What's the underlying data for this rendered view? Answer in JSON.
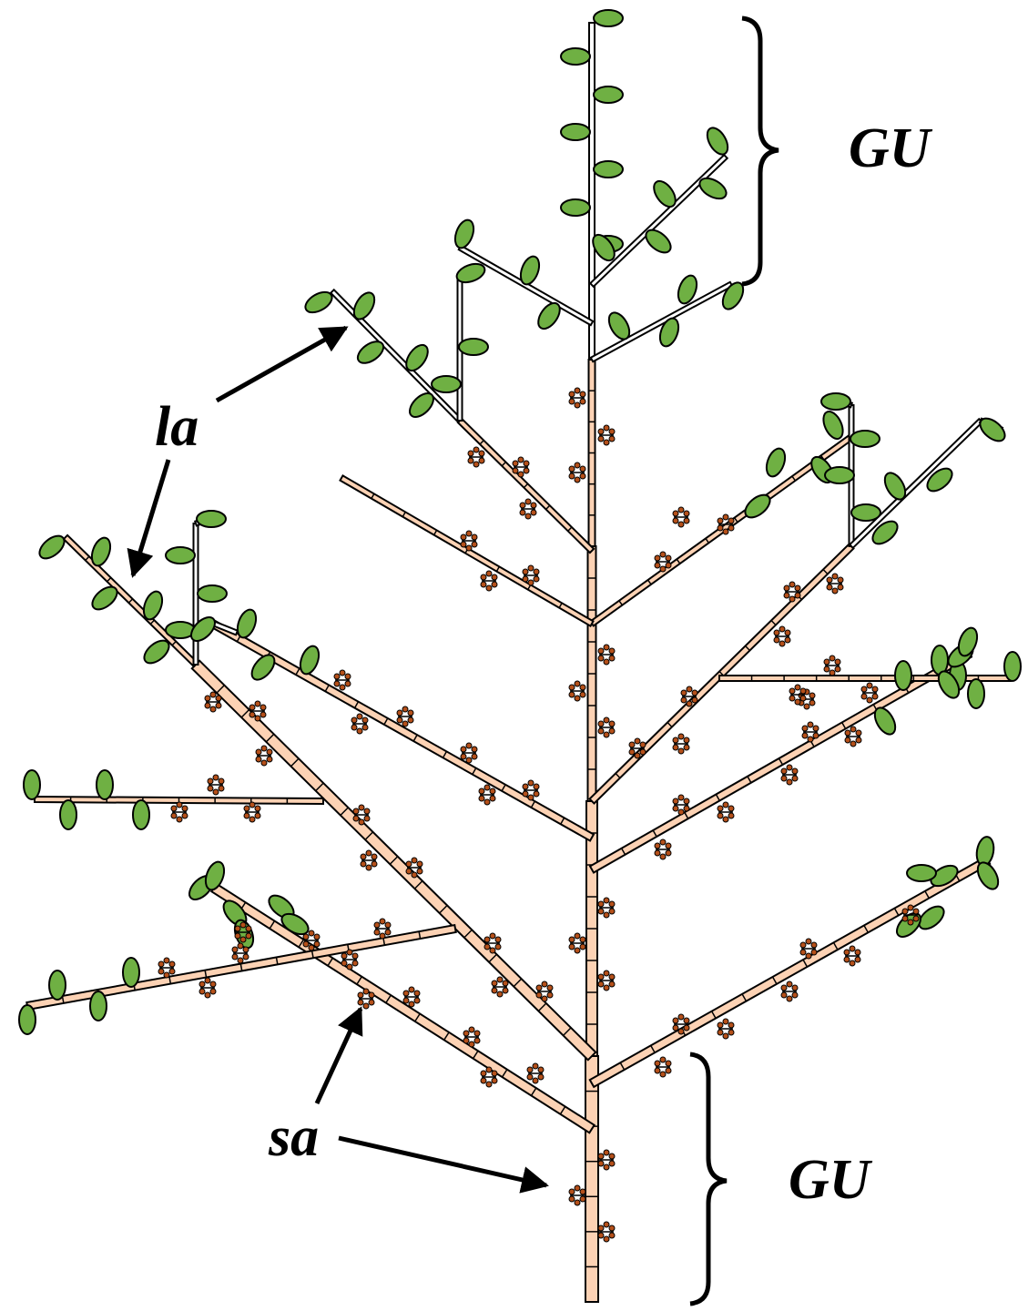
{
  "labels": {
    "gu_top": "GU",
    "gu_bottom": "GU",
    "la": "la",
    "sa": "sa"
  },
  "colors": {
    "old_wood": "#fcd2b4",
    "leaf": "#6fb043",
    "flower": "#b5501a",
    "outline": "#000000"
  }
}
